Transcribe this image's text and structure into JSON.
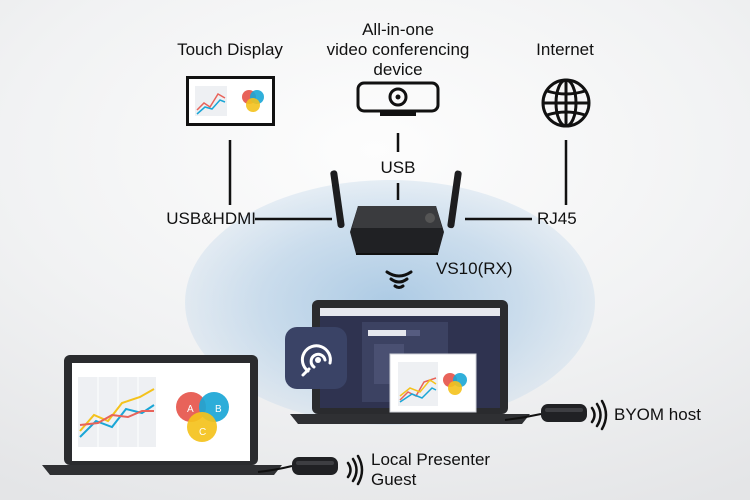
{
  "nodes": {
    "touch_display": "Touch Display",
    "conference_device": [
      "All-in-one",
      "video conferencing",
      "device"
    ],
    "internet": "Internet",
    "receiver": "VS10(RX)",
    "byom_host": "BYOM host",
    "local_presenter": [
      "Local Presenter",
      "Guest"
    ]
  },
  "connections": {
    "usb": "USB",
    "usb_hdmi": "USB&HDMI",
    "rj45": "RJ45"
  },
  "app_window": {
    "title_text": "Meeting Room"
  },
  "chart_badges": [
    "A",
    "B",
    "C"
  ],
  "colors": {
    "line": "#111111",
    "halo": "#b9d2e8",
    "circle_a": "#e8635a",
    "circle_b": "#1aa6d6",
    "circle_c": "#f4c21c",
    "app_icon_bg": "#3a4366"
  },
  "icons": [
    "touch-display-icon",
    "webcam-icon",
    "globe-icon",
    "wireless-receiver-icon",
    "wireless-signal-icon",
    "laptop-icon",
    "dongle-icon",
    "app-icon"
  ]
}
